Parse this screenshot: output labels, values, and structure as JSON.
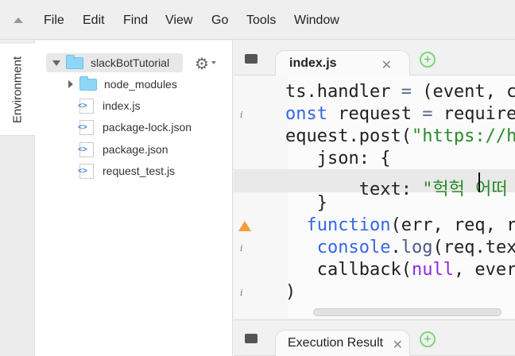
{
  "menubar": {
    "items": [
      "File",
      "Edit",
      "Find",
      "View",
      "Go",
      "Tools",
      "Window"
    ]
  },
  "side_tabs": {
    "environment": "Environment"
  },
  "tree": {
    "root": "slackBotTutorial",
    "items": [
      {
        "label": "node_modules",
        "type": "folder"
      },
      {
        "label": "index.js",
        "type": "file"
      },
      {
        "label": "package-lock.json",
        "type": "file"
      },
      {
        "label": "package.json",
        "type": "file"
      },
      {
        "label": "request_test.js",
        "type": "file"
      }
    ]
  },
  "editor_tabs": {
    "active": "index.js"
  },
  "panel_tabs": {
    "active": "Execution Result"
  },
  "editor": {
    "cursor_line": 5,
    "gutter_markers": {
      "2": "info",
      "7": "warning",
      "8": "info",
      "10": "info"
    },
    "lines": [
      {
        "n": "1",
        "tokens": [
          [
            "",
            "ts.handler "
          ],
          [
            "op",
            "="
          ],
          [
            "",
            " (event, c"
          ]
        ]
      },
      {
        "n": "2",
        "tokens": [
          [
            "kw",
            "onst"
          ],
          [
            "",
            " request "
          ],
          [
            "op",
            "="
          ],
          [
            "",
            " require"
          ]
        ]
      },
      {
        "n": "3",
        "tokens": [
          [
            "",
            "equest.post("
          ],
          [
            "str",
            "\"https://h"
          ]
        ]
      },
      {
        "n": "4",
        "tokens": [
          [
            "",
            "   json: {"
          ]
        ]
      },
      {
        "n": "5",
        "tokens": [
          [
            "",
            "       text: "
          ],
          [
            "str",
            "\"헉헉 어떠"
          ]
        ]
      },
      {
        "n": "6",
        "tokens": [
          [
            "",
            "   }"
          ]
        ]
      },
      {
        "n": "7",
        "tokens": [
          [
            "",
            "  "
          ],
          [
            "kw",
            "function"
          ],
          [
            "",
            "(err, req, r"
          ]
        ]
      },
      {
        "n": "8",
        "tokens": [
          [
            "",
            "   "
          ],
          [
            "kw",
            "console"
          ],
          [
            "",
            "."
          ],
          [
            "fn",
            "log"
          ],
          [
            "",
            "(req.tex"
          ]
        ]
      },
      {
        "n": "9",
        "tokens": [
          [
            "",
            "   callback("
          ],
          [
            "null",
            "null"
          ],
          [
            "",
            ", ever"
          ]
        ]
      },
      {
        "n": "10",
        "tokens": [
          [
            "",
            ")"
          ]
        ]
      },
      {
        "n": "11",
        "tokens": []
      }
    ]
  },
  "colors": {
    "keyword": "#3567e4",
    "string": "#2b8a2b",
    "null": "#8a2be2",
    "add_tab": "#5bc95b",
    "warning": "#f39c3c"
  }
}
